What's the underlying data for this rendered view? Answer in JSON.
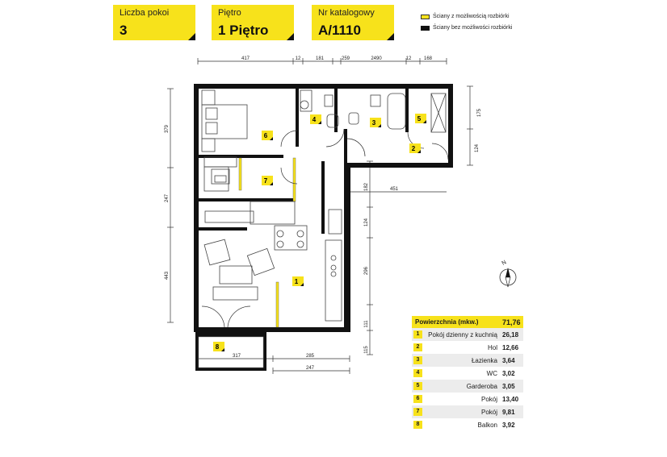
{
  "info_boxes": [
    {
      "label": "Liczba pokoi",
      "value": "3"
    },
    {
      "label": "Piętro",
      "value": "1 Piętro"
    },
    {
      "label": "Nr katalogowy",
      "value": "A/1110"
    }
  ],
  "legend": {
    "items": [
      {
        "label": "Ściany z możliwością rozbiórki",
        "color": "#f7e21b"
      },
      {
        "label": "Ściany bez możliwości rozbiórki",
        "color": "#111111"
      }
    ]
  },
  "dimensions": {
    "top": [
      "417",
      "12",
      "181",
      "259",
      "2490",
      "12",
      "168"
    ],
    "right": [
      "175",
      "124",
      "182",
      "451",
      "124",
      "296",
      "111",
      "115"
    ],
    "left": [
      "379",
      "247",
      "443"
    ],
    "bottom": [
      "317",
      "285",
      "247"
    ]
  },
  "room_markers": [
    "1",
    "2",
    "3",
    "4",
    "5",
    "6",
    "7",
    "8"
  ],
  "compass_label": "N",
  "area_table": {
    "header_label": "Powierzchnia (mkw.)",
    "total": "71,76",
    "rows": [
      {
        "num": "1",
        "name": "Pokój dzienny z kuchnią",
        "value": "26,18"
      },
      {
        "num": "2",
        "name": "Hol",
        "value": "12,66"
      },
      {
        "num": "3",
        "name": "Łazienka",
        "value": "3,64"
      },
      {
        "num": "4",
        "name": "WC",
        "value": "3,02"
      },
      {
        "num": "5",
        "name": "Garderoba",
        "value": "3,05"
      },
      {
        "num": "6",
        "name": "Pokój",
        "value": "13,40"
      },
      {
        "num": "7",
        "name": "Pokój",
        "value": "9,81"
      },
      {
        "num": "8",
        "name": "Balkon",
        "value": "3,92"
      }
    ]
  }
}
